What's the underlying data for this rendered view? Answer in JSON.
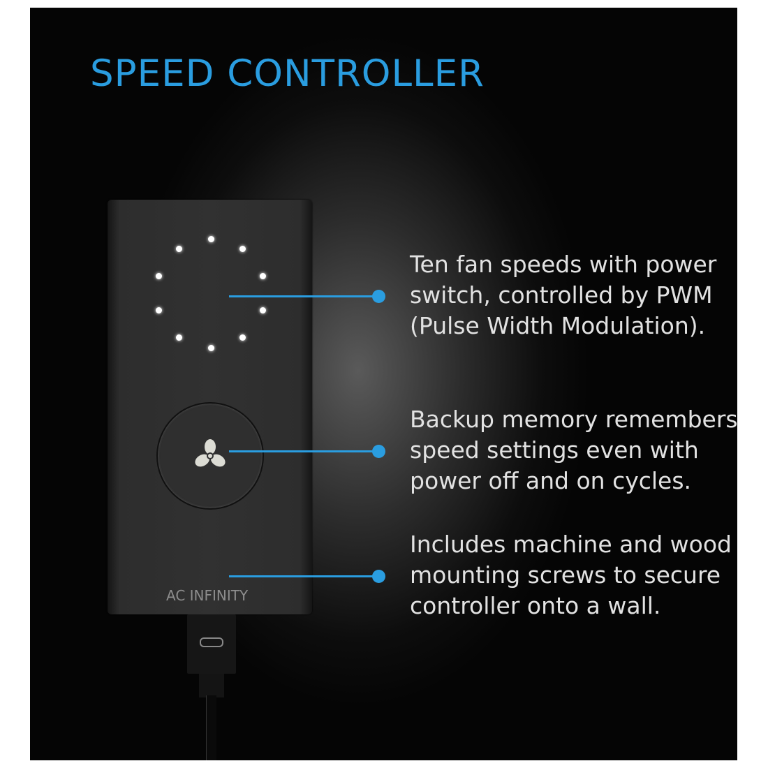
{
  "title": "SPEED CONTROLLER",
  "features": [
    {
      "lines": [
        "Ten fan speeds with power",
        "switch, controlled by PWM",
        "(Pulse Width Modulation)."
      ]
    },
    {
      "lines": [
        "Backup memory remembers",
        "speed settings even with",
        "power off and on cycles."
      ]
    },
    {
      "lines": [
        "Includes machine and wood",
        "mounting screws to secure",
        "controller onto a wall."
      ]
    }
  ],
  "device": {
    "brand": "AC INFINITY",
    "speed_levels": 10,
    "icon": "fan-icon"
  },
  "colors": {
    "accent": "#2a9de0",
    "text": "#e2e2e2",
    "background": "#0d0d0d"
  }
}
